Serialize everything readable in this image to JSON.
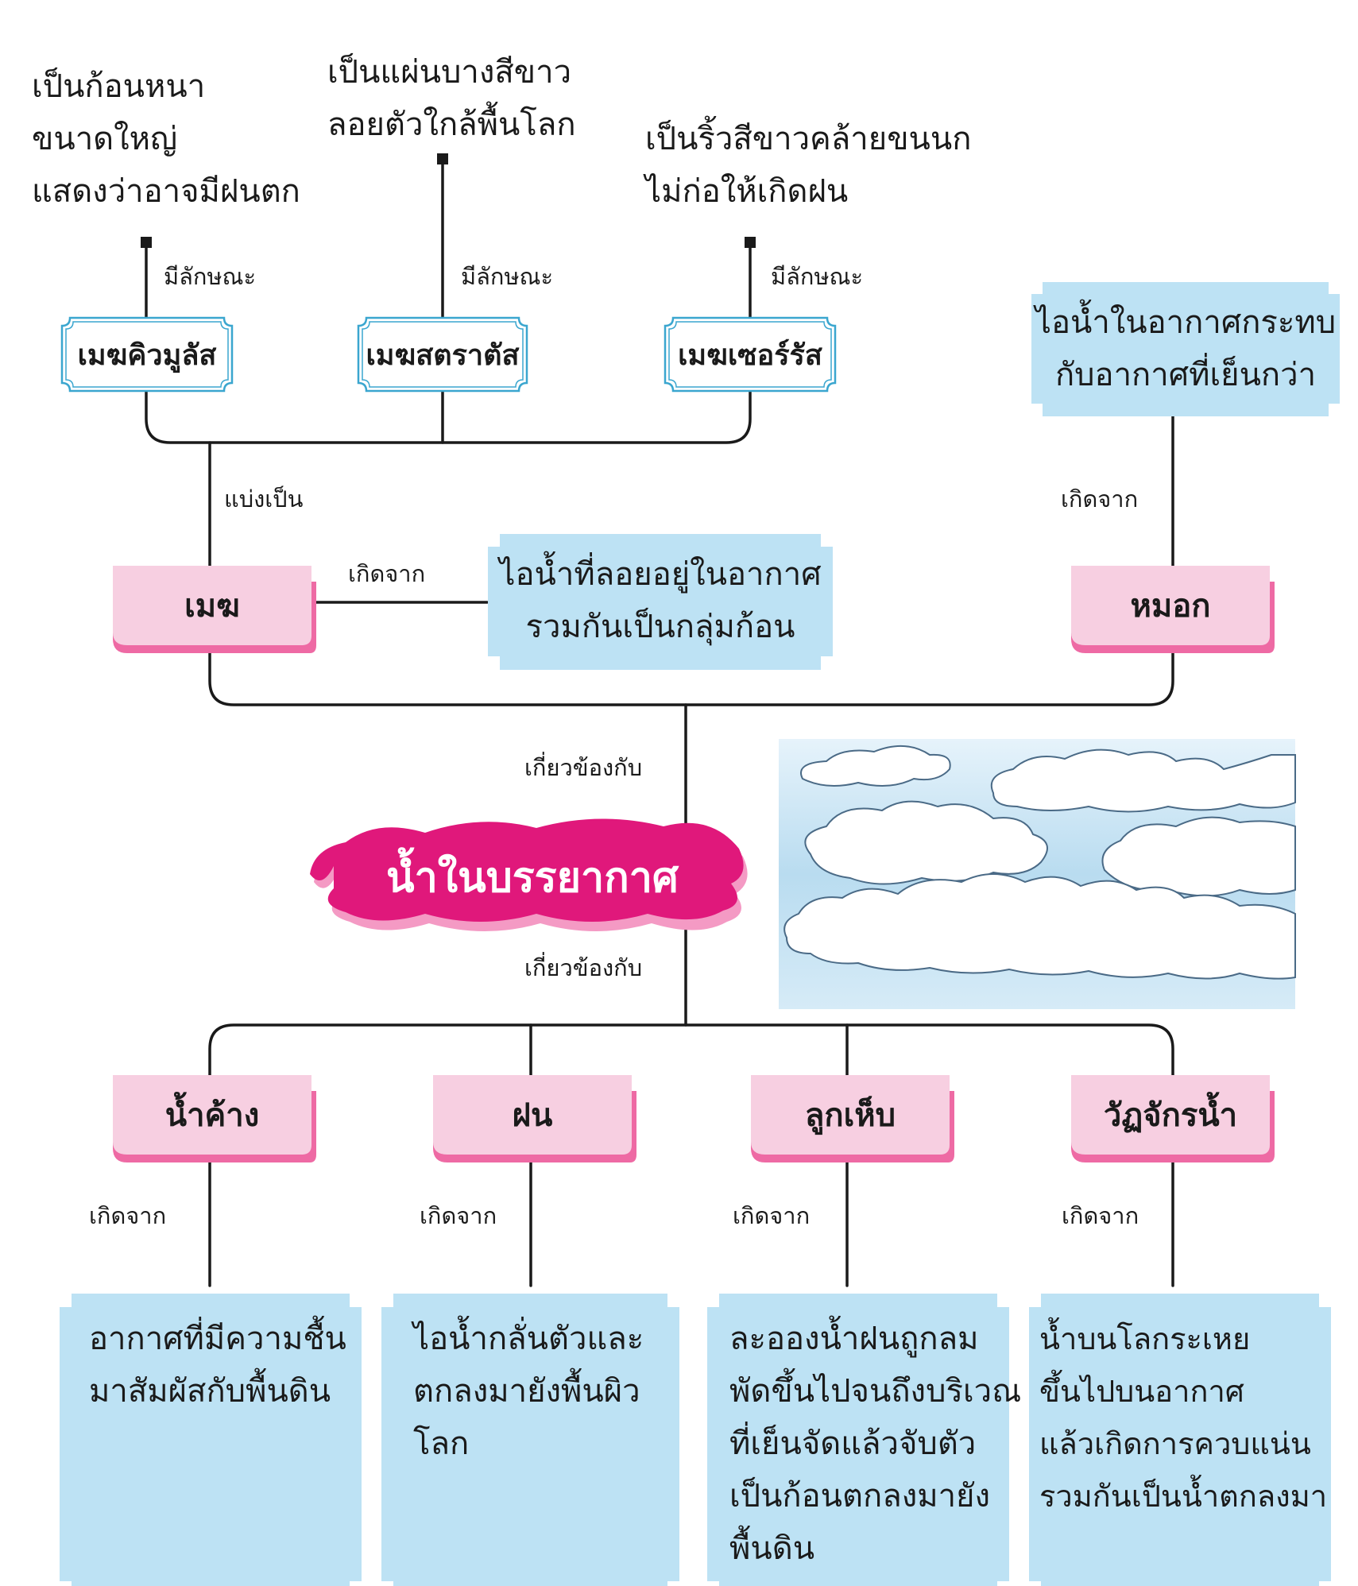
{
  "colors": {
    "line": "#1a1a1a",
    "frame_border": "#3aa6cf",
    "pink_fill": "#f7cfe1",
    "pink_shadow": "#ee6aa4",
    "blue_fill": "#bde2f4",
    "magenta": "#e0187b",
    "sky": "#cfe8f6"
  },
  "center": {
    "title": "น้ำในบรรยากาศ"
  },
  "relation_labels": {
    "has_characteristic": "มีลักษณะ",
    "divided_into": "แบ่งเป็น",
    "caused_by": "เกิดจาก",
    "related_to": "เกี่ยวข้องกับ"
  },
  "cloud_types": [
    {
      "name": "เมฆคิวมูลัส",
      "description": [
        "เป็นก้อนหนา",
        "ขนาดใหญ่",
        "แสดงว่าอาจมีฝนตก"
      ]
    },
    {
      "name": "เมฆสตราตัส",
      "description": [
        "เป็นแผ่นบางสีขาว",
        "ลอยตัวใกล้พื้นโลก"
      ]
    },
    {
      "name": "เมฆเซอร์รัส",
      "description": [
        "เป็นริ้วสีขาวคล้ายขนนก",
        "ไม่ก่อให้เกิดฝน"
      ]
    }
  ],
  "upper_nodes": {
    "cloud": {
      "name": "เมฆ",
      "cause": [
        "ไอน้ำที่ลอยอยู่ในอากาศ",
        "รวมกันเป็นกลุ่มก้อน"
      ]
    },
    "fog": {
      "name": "หมอก",
      "cause": [
        "ไอน้ำในอากาศกระทบ",
        "กับอากาศที่เย็นกว่า"
      ]
    }
  },
  "lower_nodes": [
    {
      "name": "น้ำค้าง",
      "cause": [
        "อากาศที่มีความชื้น",
        "มาสัมผัสกับพื้นดิน"
      ]
    },
    {
      "name": "ฝน",
      "cause": [
        "ไอน้ำกลั่นตัวและ",
        "ตกลงมายังพื้นผิว",
        "โลก"
      ]
    },
    {
      "name": "ลูกเห็บ",
      "cause": [
        "ละอองน้ำฝนถูกลม",
        "พัดขึ้นไปจนถึงบริเวณ",
        "ที่เย็นจัดแล้วจับตัว",
        "เป็นก้อนตกลงมายัง",
        "พื้นดิน"
      ]
    },
    {
      "name": "วัฏจักรน้ำ",
      "cause": [
        "น้ำบนโลกระเหย",
        "ขึ้นไปบนอากาศ",
        "แล้วเกิดการควบแน่น",
        "รวมกันเป็นน้ำตกลงมา"
      ]
    }
  ]
}
